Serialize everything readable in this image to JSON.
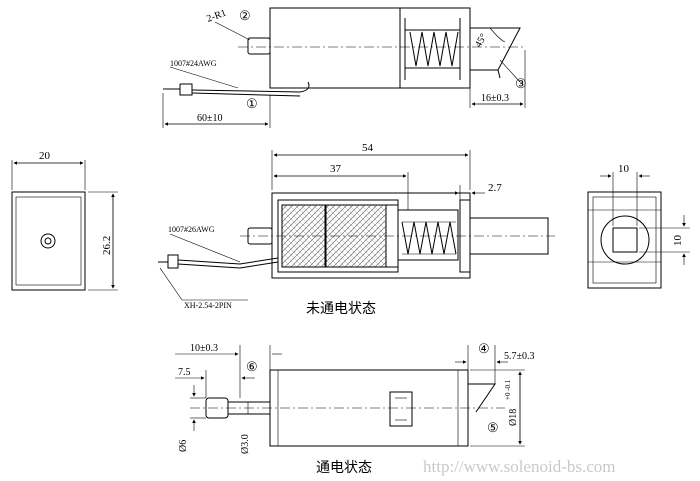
{
  "callouts": [
    "①",
    "②",
    "③",
    "④",
    "⑤",
    "⑥"
  ],
  "top_view": {
    "wire_label": "1007#24AWG",
    "radius_label": "2-R1",
    "angle_label": "45°",
    "dim_length": "60±10",
    "dim_stroke": "16±0.3"
  },
  "side_view": {
    "wire_label": "1007#26AWG",
    "connector_label": "XH-2.54-2PIN",
    "dim_total": "54",
    "dim_body": "37",
    "dim_offset": "2.7",
    "caption": "未通电状态"
  },
  "left_view": {
    "dim_width": "20",
    "dim_height": "26.2"
  },
  "right_view": {
    "dim_width": "10",
    "dim_height": "10"
  },
  "bottom_view": {
    "dim_10": "10±0.3",
    "dim_75": "7.5",
    "dim_57": "5.7±0.3",
    "dim_d6": "Ø6",
    "dim_d3": "Ø3.0",
    "dim_d18": "Ø18",
    "tol_d18": "+0\n-0.1",
    "caption": "通电状态"
  },
  "watermark": "http://www.solenoid-bs.com"
}
